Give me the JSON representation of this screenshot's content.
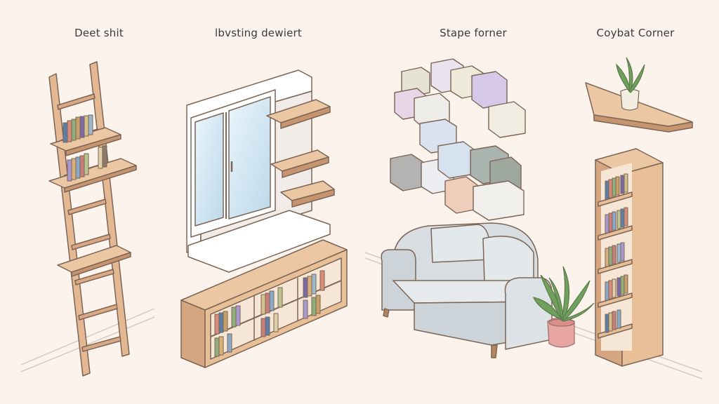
{
  "captions": {
    "panel_1": "Deet shit",
    "panel_2": "lbvsting dewiert",
    "panel_3": "Stape forner",
    "panel_4": "Coybat Corner"
  },
  "colors": {
    "background": "#fbf3ec",
    "wood": "#e4b892",
    "wood_dark": "#c79470",
    "outline": "#7d6556",
    "sofa": "#d9dfe3",
    "glass": "#cfe6f2",
    "plant": "#6fa05c",
    "pot": "#e8a6a2"
  }
}
